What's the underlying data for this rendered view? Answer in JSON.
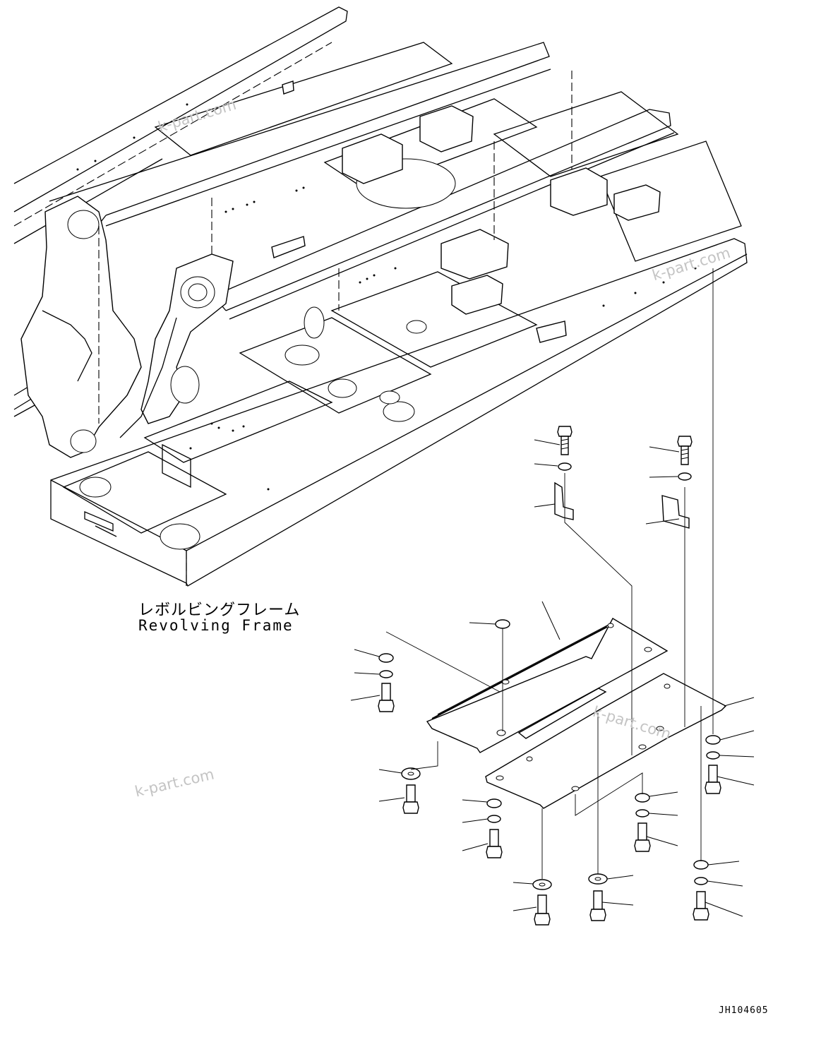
{
  "labels": {
    "frame_name_jp": "レボルビングフレーム",
    "frame_name_en": "Revolving Frame",
    "drawing_code": "JH104605"
  },
  "watermark": {
    "text": "k-part.com"
  }
}
